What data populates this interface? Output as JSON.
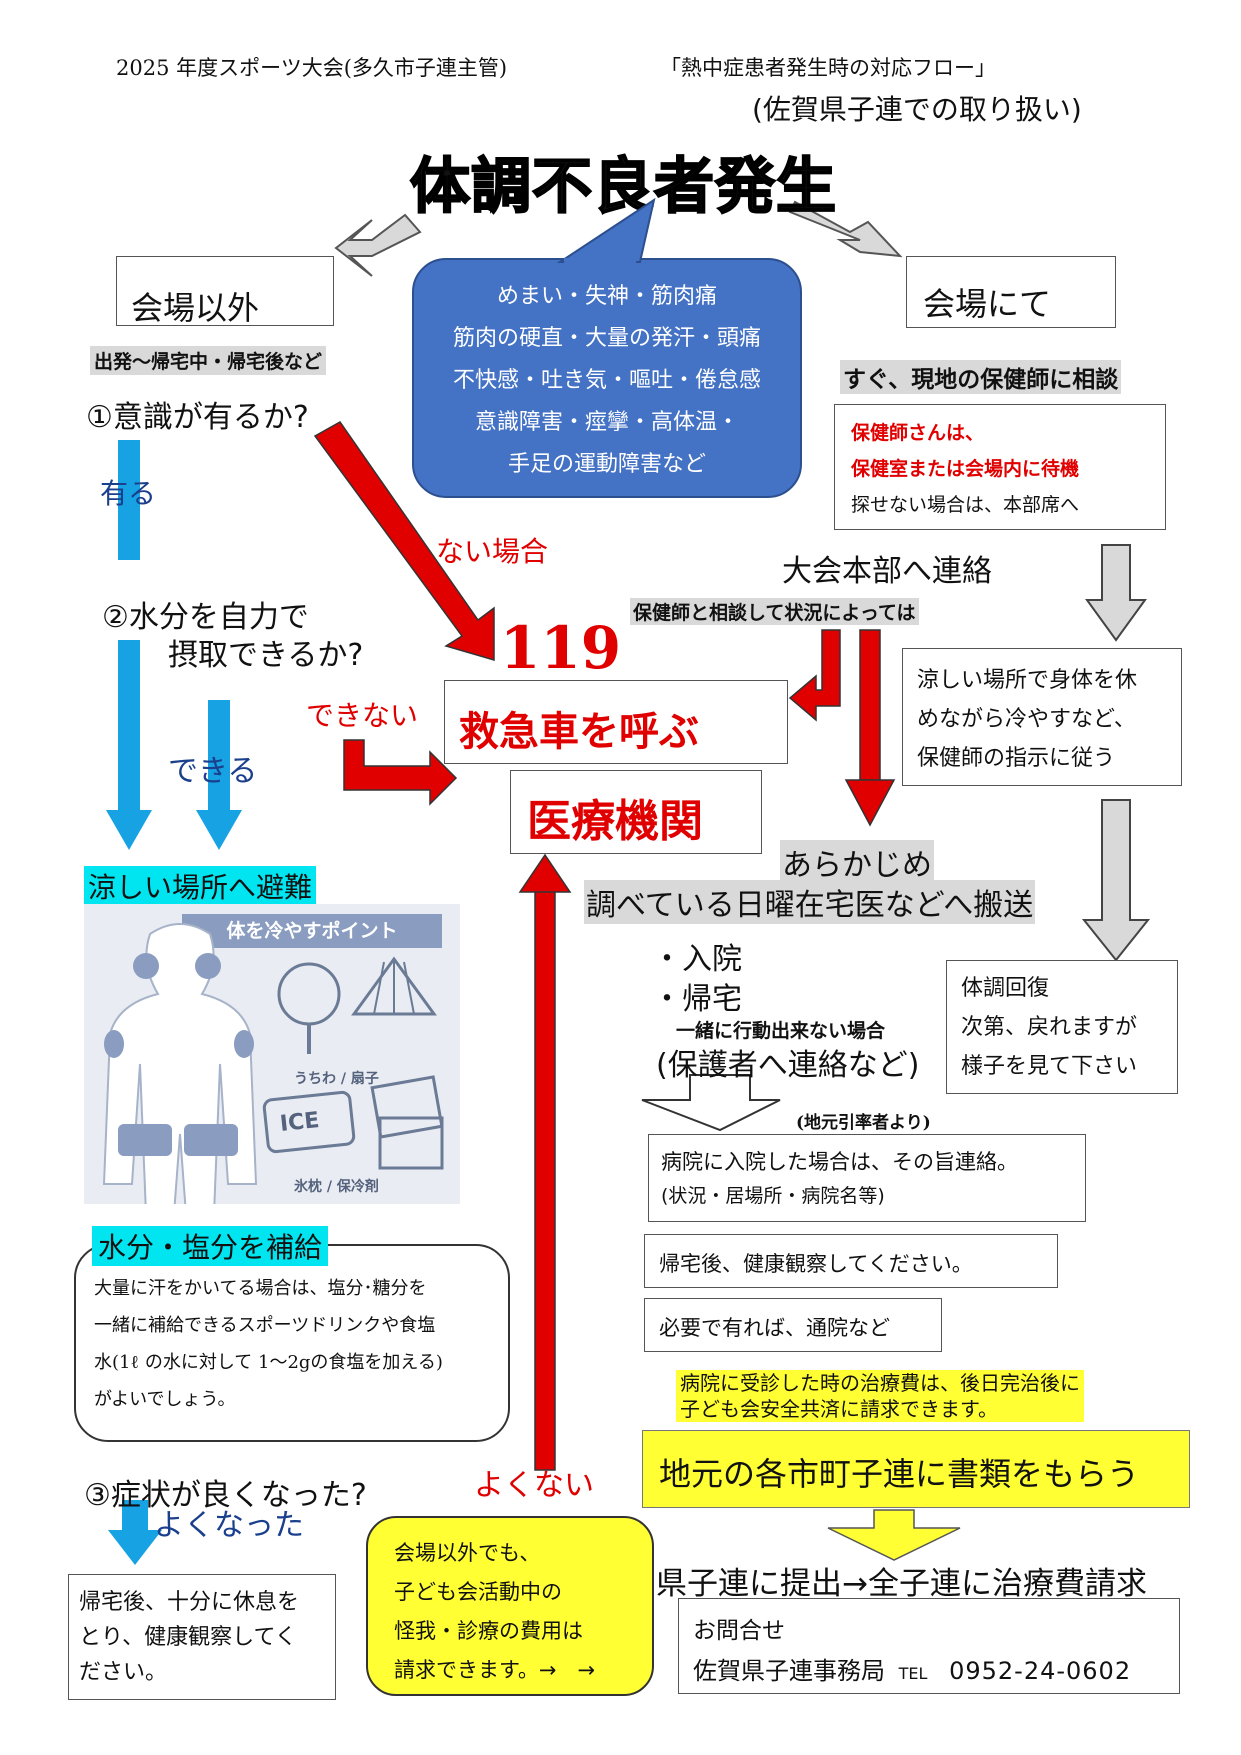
{
  "header": {
    "event": "2025 年度スポーツ大会(多久市子連主管)",
    "flow_title": "「熱中症患者発生時の対応フロー」",
    "subtitle": "(佐賀県子連での取り扱い)"
  },
  "main_title": "体調不良者発生",
  "symptoms": {
    "lines": [
      "めまい・失神・筋肉痛",
      "筋肉の硬直・大量の発汗・頭痛",
      "不快感・吐き気・嘔吐・倦怠感",
      "意識障害・痙攣・高体温・",
      "手足の運動障害など"
    ]
  },
  "left": {
    "title": "会場以外",
    "note": "出発～帰宅中・帰宅後など",
    "q1": "①意識が有るか?",
    "yes": "有る",
    "q2_line1": "②水分を自力で",
    "q2_line2": "摂取できるか?",
    "can": "できる",
    "evacuate": "涼しい場所へ避難",
    "cooling_title": "体を冷やすポイント",
    "fan_caption": "うちわ / 扇子",
    "ice_label": "ICE",
    "ice_caption": "氷枕 / 保冷剤",
    "hydrate": "水分・塩分を補給",
    "hydrate_text": [
      "大量に汗をかいてる場合は、塩分･糖分を",
      "一緒に補給できるスポーツドリンクや食塩",
      "水(1ℓ の水に対して 1～2gの食塩を加える)",
      "がよいでしょう。"
    ],
    "q3": "③症状が良くなった?",
    "better": "よくなった",
    "home_rest": [
      "帰宅後、十分に休息を",
      "とり、健康観察してく",
      "ださい。"
    ]
  },
  "center": {
    "no_case": "ない場合",
    "cannot": "できない",
    "number": "119",
    "ambulance": "救急車を呼ぶ",
    "hospital": "医療機関",
    "not_better": "よくない",
    "callout": [
      "会場以外でも、",
      "子ども会活動中の",
      "怪我・診療の費用は",
      "請求できます。→　→"
    ]
  },
  "right": {
    "title": "会場にて",
    "consult": "すぐ、現地の保健師に相談",
    "nurse_box": [
      "保健師さんは、",
      "保健室または会場内に待機",
      "探せない場合は、本部席へ"
    ],
    "hq_contact": "大会本部へ連絡",
    "depending": "保健師と相談して状況によっては",
    "rest_box": [
      "涼しい場所で身体を休",
      "めながら冷やすなど、",
      "保健師の指示に従う"
    ],
    "transport_line1": "あらかじめ",
    "transport_line2": "調べている日曜在宅医などへ搬送",
    "admit": "・入院",
    "return_home": "・帰宅",
    "cannot_together": "一緒に行動出来ない場合",
    "contact_guardian": "(保護者へ連絡など)",
    "local_leader": "(地元引率者より)",
    "recover_box": [
      "体調回復",
      "次第、戻れますが",
      "様子を見て下さい"
    ],
    "hospital_notice": [
      "病院に入院した場合は、その旨連絡。",
      "(状況・居場所・病院名等)"
    ],
    "health_watch": "帰宅後、健康観察してください。",
    "outpatient": "必要で有れば、通院など",
    "insurance_note": [
      "病院に受診した時の治療費は、後日完治後に",
      "子ども会安全共済に請求できます。"
    ],
    "get_documents": "地元の各市町子連に書類をもらう",
    "submit": "県子連に提出→全子連に治療費請求",
    "inquiry_label": "お問合せ",
    "office": "佐賀県子連事務局",
    "tel_label": "TEL",
    "phone": "0952-24-0602"
  }
}
